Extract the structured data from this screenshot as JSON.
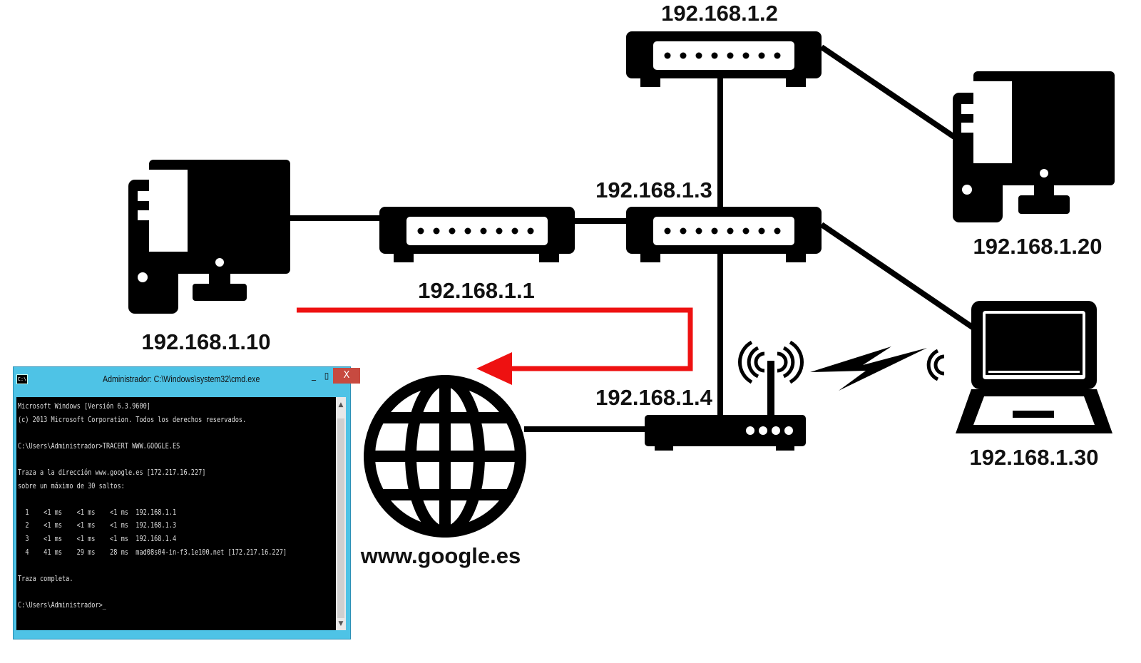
{
  "nodes": {
    "pc_main": {
      "ip": "192.168.1.10"
    },
    "switch_1": {
      "ip": "192.168.1.1"
    },
    "switch_2": {
      "ip": "192.168.1.2"
    },
    "switch_3": {
      "ip": "192.168.1.3"
    },
    "router": {
      "ip": "192.168.1.4"
    },
    "pc_right": {
      "ip": "192.168.1.20"
    },
    "laptop": {
      "ip": "192.168.1.30"
    },
    "internet": {
      "label": "www.google.es"
    }
  },
  "colors": {
    "route_arrow": "#ee1111",
    "device": "#000000",
    "cmd_frame": "#4ec3e6",
    "close_button": "#c74a40"
  },
  "cmd": {
    "title": "Administrador: C:\\Windows\\system32\\cmd.exe",
    "icon_text": "C:\\",
    "buttons": {
      "minimize": "_",
      "maximize": "▯",
      "close": "X"
    },
    "lines": [
      "Microsoft Windows [Versión 6.3.9600]",
      "(c) 2013 Microsoft Corporation. Todos los derechos reservados.",
      "",
      "C:\\Users\\Administrador>TRACERT WWW.GOOGLE.ES",
      "",
      "Traza a la dirección www.google.es [172.217.16.227]",
      "sobre un máximo de 30 saltos:",
      "",
      "  1    <1 ms    <1 ms    <1 ms  192.168.1.1",
      "  2    <1 ms    <1 ms    <1 ms  192.168.1.3",
      "  3    <1 ms    <1 ms    <1 ms  192.168.1.4",
      "  4    41 ms    29 ms    28 ms  mad08s04-in-f3.1e100.net [172.217.16.227]",
      "",
      "Traza completa.",
      "",
      "C:\\Users\\Administrador>_"
    ]
  }
}
